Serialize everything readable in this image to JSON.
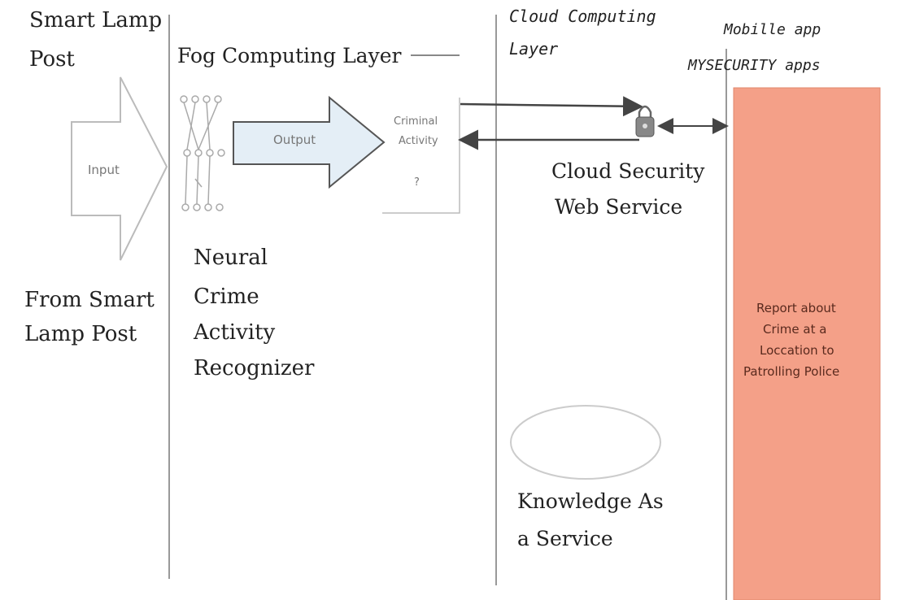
{
  "columns": {
    "smart_lamp": {
      "title_line1": "Smart Lamp",
      "title_line2": "Post",
      "input_label": "Input",
      "from_line1": "From Smart",
      "from_line2": "Lamp Post"
    },
    "fog": {
      "title": "Fog Computing Layer",
      "output_label": "Output",
      "criminal_line1": "Criminal",
      "criminal_line2": "Activity",
      "criminal_q": "?",
      "neural_lines": [
        "Neural",
        "Crime",
        "Activity",
        "Recognizer"
      ]
    },
    "cloud": {
      "title_line1": "Cloud Computing",
      "title_line2": "Layer",
      "web_service_line1": "Cloud Security",
      "web_service_line2": "Web Service",
      "kaas_line1": "Knowledge As",
      "kaas_line2": "a Service"
    },
    "mobile": {
      "title_line1": "Mobille app",
      "title_line2": "MYSECURITY apps",
      "report_lines": [
        "Report about",
        "Crime at a",
        "Loccation to",
        "Patrolling Police"
      ]
    }
  },
  "colors": {
    "report_fill": "#f4a088",
    "arrow_fill": "#e4eef6",
    "line": "#555555",
    "divider": "#999999"
  },
  "icons": {
    "neural_network": "neural-network-icon",
    "security_lock": "lock-icon"
  }
}
